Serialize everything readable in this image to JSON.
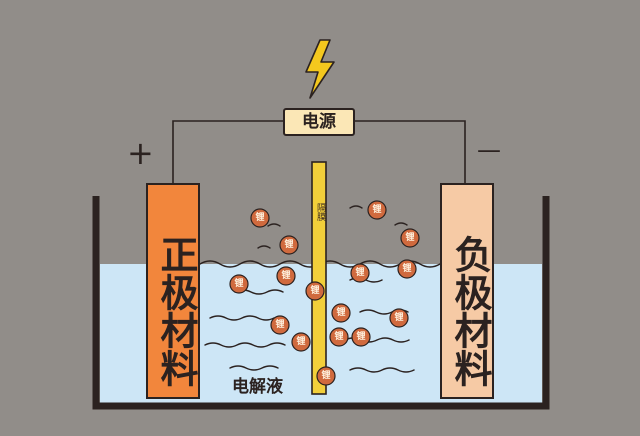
{
  "diagram": {
    "power_label": "电源",
    "positive_sign": "+",
    "negative_sign": "—",
    "positive_electrode": "正极材料",
    "negative_electrode": "负极材料",
    "separator_label": "隔膜",
    "electrolyte_label": "电解液",
    "ion_label": "锂"
  },
  "colors": {
    "background": "#918d89",
    "electrolyte": "#cde6f6",
    "positive_electrode": "#f2863c",
    "negative_electrode": "#f6caa5",
    "separator": "#f2cf3a",
    "ion": "#d06a3e",
    "power_box": "#fbe7b6",
    "lightning": "#f4c81e",
    "outline": "#2b2220"
  },
  "icons": {
    "power": "lightning-bolt-icon",
    "ion": "lithium-ion-particle"
  }
}
